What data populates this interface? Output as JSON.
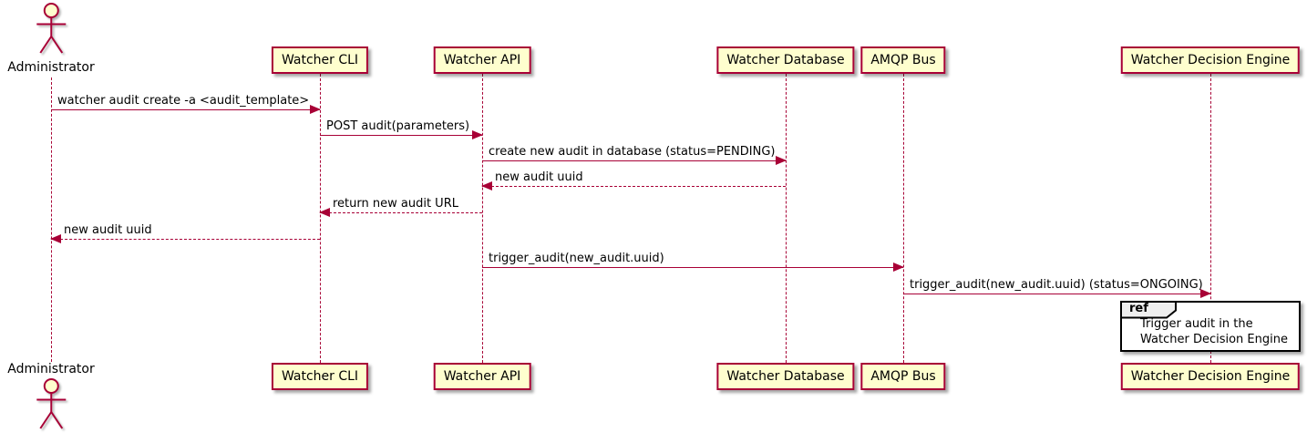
{
  "diagram": {
    "type": "uml-sequence",
    "colors": {
      "background": "#FFFFFF",
      "participant_fill": "#FEFECE",
      "participant_border": "#A80036",
      "lifeline": "#A80036",
      "arrow": "#A80036",
      "text": "#000000",
      "ref_border": "#000000",
      "ref_header_fill": "#EEEEEE",
      "ref_body_fill": "#FFFFFF"
    },
    "participants": [
      {
        "label": "Administrator",
        "kind": "actor"
      },
      {
        "label": "Watcher CLI",
        "kind": "participant"
      },
      {
        "label": "Watcher API",
        "kind": "participant"
      },
      {
        "label": "Watcher Database",
        "kind": "participant"
      },
      {
        "label": "AMQP Bus",
        "kind": "participant"
      },
      {
        "label": "Watcher Decision Engine",
        "kind": "participant"
      }
    ],
    "messages": [
      {
        "from": "Administrator",
        "to": "Watcher CLI",
        "label": "watcher audit create -a <audit_template>",
        "line": "solid"
      },
      {
        "from": "Watcher CLI",
        "to": "Watcher API",
        "label": "POST audit(parameters)",
        "line": "solid"
      },
      {
        "from": "Watcher API",
        "to": "Watcher Database",
        "label": "create new audit in database (status=PENDING)",
        "line": "solid"
      },
      {
        "from": "Watcher Database",
        "to": "Watcher API",
        "label": "new audit uuid",
        "line": "dashed"
      },
      {
        "from": "Watcher API",
        "to": "Watcher CLI",
        "label": "return new audit URL",
        "line": "dashed"
      },
      {
        "from": "Watcher CLI",
        "to": "Administrator",
        "label": "new audit uuid",
        "line": "dashed"
      },
      {
        "from": "Watcher API",
        "to": "AMQP Bus",
        "label": "trigger_audit(new_audit.uuid)",
        "line": "solid"
      },
      {
        "from": "AMQP Bus",
        "to": "Watcher Decision Engine",
        "label": "trigger_audit(new_audit.uuid) (status=ONGOING)",
        "line": "solid"
      }
    ],
    "ref": {
      "keyword": "ref",
      "over": "Watcher Decision Engine",
      "lines": [
        "Trigger audit in the",
        "Watcher Decision Engine"
      ]
    }
  }
}
